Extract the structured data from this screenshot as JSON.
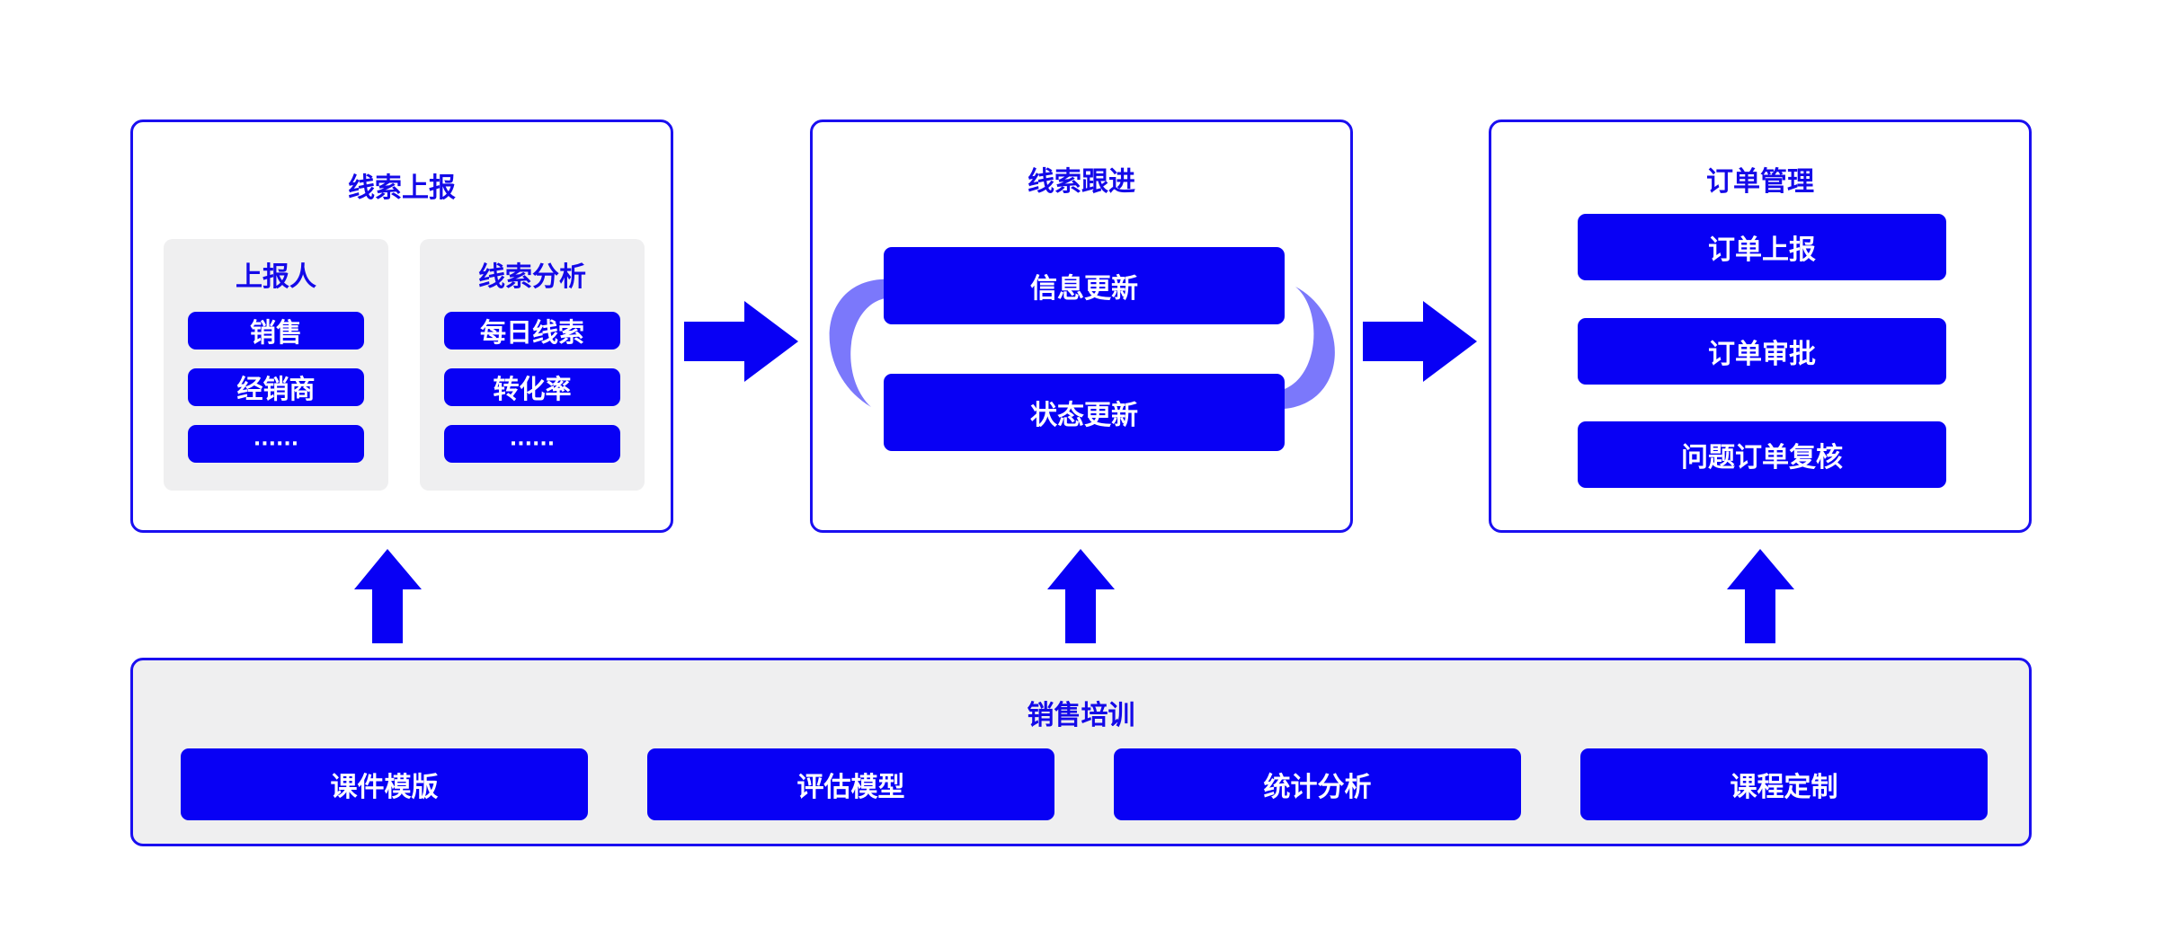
{
  "lead_report": {
    "title": "线索上报",
    "reporter": {
      "title": "上报人",
      "items": [
        "销售",
        "经销商",
        "······"
      ]
    },
    "analysis": {
      "title": "线索分析",
      "items": [
        "每日线索",
        "转化率",
        "······"
      ]
    }
  },
  "lead_followup": {
    "title": "线索跟进",
    "items": [
      "信息更新",
      "状态更新"
    ]
  },
  "order_management": {
    "title": "订单管理",
    "items": [
      "订单上报",
      "订单审批",
      "问题订单复核"
    ]
  },
  "sales_training": {
    "title": "销售培训",
    "items": [
      "课件模版",
      "评估模型",
      "统计分析",
      "课程定制"
    ]
  },
  "colors": {
    "accent": "#0800f5",
    "border": "#1a0ff0",
    "panel": "#efeff0",
    "cycle_arrow": "#7b78fb"
  }
}
